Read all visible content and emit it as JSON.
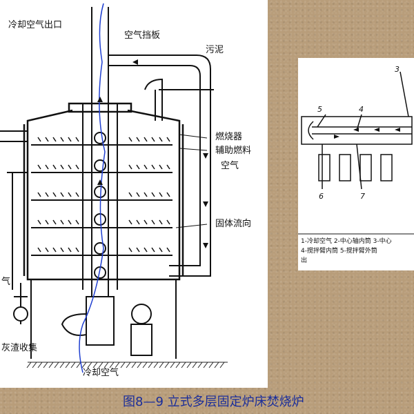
{
  "labels": {
    "cooling_air_outlet": "冷却空气出口",
    "air_baffle": "空气挡板",
    "sludge": "污泥",
    "burner": "燃烧器",
    "aux_fuel": "辅助燃料",
    "air": "空气",
    "solid_flow_dir": "固体流向",
    "air_left": "气",
    "ash_collection": "灰渣收集",
    "cooling_air_inlet": "冷却空气"
  },
  "side_diagram": {
    "numbers": [
      "3",
      "4",
      "5",
      "6",
      "7"
    ],
    "legend_line1": "1-冷却空气  2-中心轴内筒  3-中心",
    "legend_line2": "4-搅拌臂内筒    5-搅拌臂外筒",
    "legend_line3": "出"
  },
  "caption": "图8—9 立式多层固定炉床焚烧炉",
  "colors": {
    "caption": "#1a2d9a",
    "airflow": "#1f3fd0",
    "background": "#b89d7a"
  }
}
